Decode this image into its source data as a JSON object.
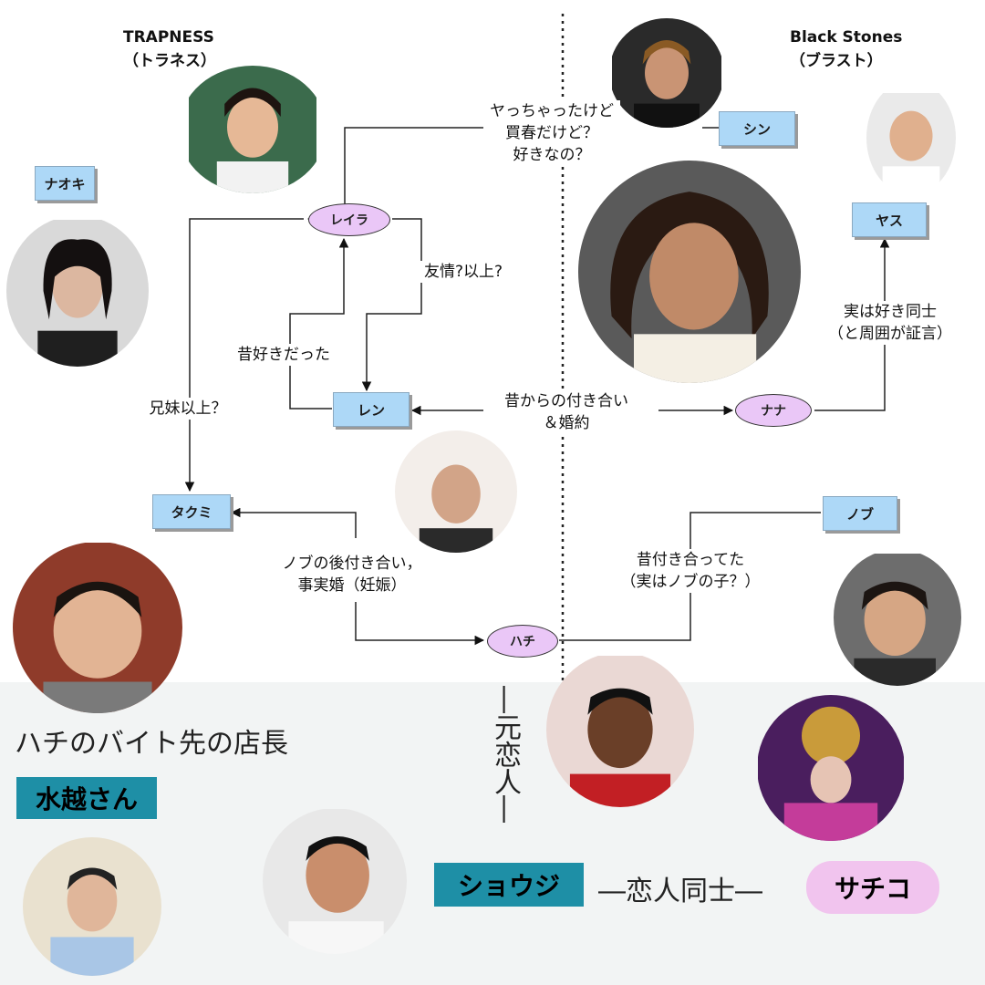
{
  "groups": {
    "trapness": "TRAPNESS\n（トラネス）",
    "black_stones": "Black Stones\n（ブラスト）"
  },
  "characters": {
    "naoki": "ナオキ",
    "shin": "シン",
    "yasu": "ヤス",
    "reira": "レイラ",
    "ren": "レン",
    "nana": "ナナ",
    "takumi": "タクミ",
    "nobu": "ノブ",
    "hachi": "ハチ"
  },
  "relations": {
    "shin_reira": "ヤっちゃったけど\n買春だけど？\n好きなの？",
    "reira_ren_friendship": "友情?以上?",
    "ren_reira_past": "昔好きだった",
    "naoki_takumi": "兄妹以上？",
    "ren_nana": "昔からの付き合い\n＆婚約",
    "yasu_nana": "実は好き同士\n（と周囲が証言）",
    "takumi_hachi": "ノブの後付き合い，\n事実婚（妊娠）",
    "nobu_hachi": "昔付き合ってた\n（実はノブの子？）"
  },
  "bottom": {
    "manager_caption": "ハチのバイト先の店長",
    "mizukoshi": "水越さん",
    "ex_lovers": "―元恋人―",
    "shoji": "ショウジ",
    "lovers": "―恋人同士―",
    "sachiko": "サチコ"
  },
  "colors": {
    "box_fill": "#add8f7",
    "oval_fill": "#eac7f7",
    "teal": "#1e8fa6",
    "pink": "#f1c4ee"
  }
}
